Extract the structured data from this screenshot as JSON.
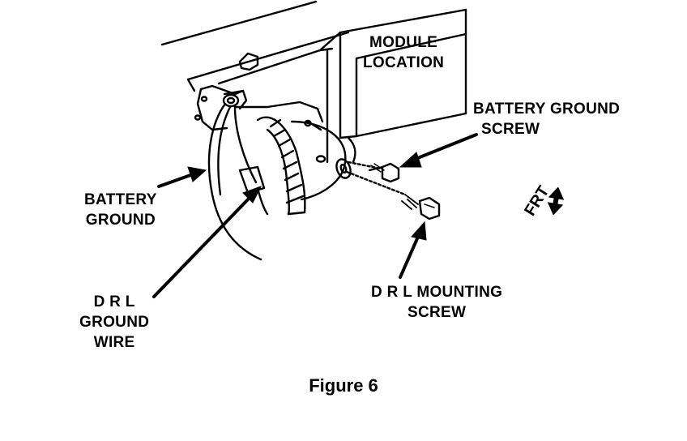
{
  "labels": {
    "module_location": [
      "MODULE",
      "LOCATION"
    ],
    "battery_ground_screw": [
      "BATTERY GROUND",
      "SCREW"
    ],
    "battery_ground": [
      "BATTERY",
      "GROUND"
    ],
    "drl_ground_wire": [
      "D R L",
      "GROUND",
      "WIRE"
    ],
    "drl_mounting_screw": [
      "D R L MOUNTING",
      "SCREW"
    ],
    "frt": "FRT"
  },
  "caption": "Figure 6",
  "colors": {
    "ink": "#000000",
    "paper": "#ffffff"
  }
}
